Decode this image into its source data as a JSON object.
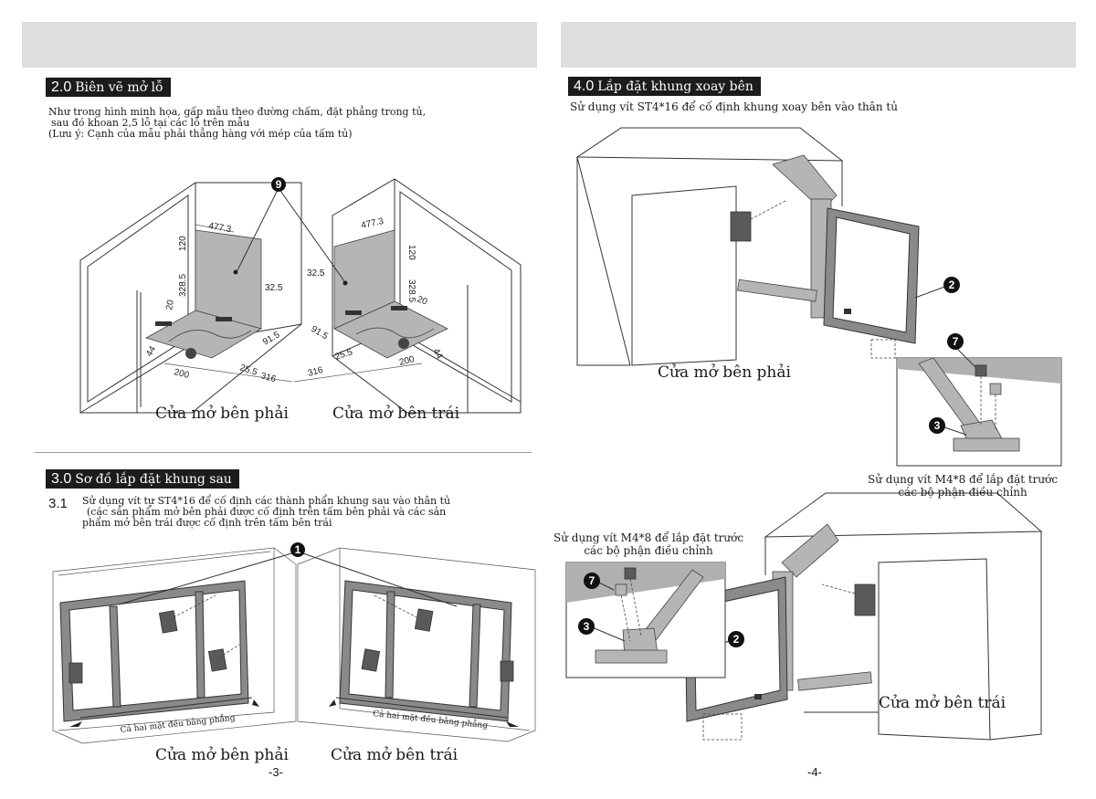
{
  "page3": {
    "page_number": "-3-",
    "section2": {
      "number": "2.0",
      "title": "Biên vẽ mở lỗ",
      "desc_line1": "Như trong hình minh họa, gấp mẫu theo đường chấm, đặt phẳng trong tủ,",
      "desc_line2": "sau đó khoan 2,5 lỗ tại các lỗ trên mẫu",
      "desc_line3": "(Lưu ý: Cạnh của mẫu phải thẳng hàng với mép của tấm tủ)",
      "marker": "9",
      "dimensions_right": {
        "w": "477.3",
        "h1": "120",
        "h2": "328.5",
        "d1": "32.5",
        "d2": "20",
        "d3": "91.5",
        "d4": "25.5",
        "d5": "44",
        "d6": "200",
        "d7": "316"
      },
      "dimensions_left": {
        "w": "477.3",
        "h1": "120",
        "h2": "328.5",
        "d1": "32.5",
        "d2": "20",
        "d3": "91.5",
        "d4": "25.5",
        "d5": "44",
        "d6": "200",
        "d7": "316"
      },
      "caption_right": "Cửa mở bên phải",
      "caption_left": "Cửa mở bên trái"
    },
    "section3": {
      "number": "3.0",
      "title": "Sơ đồ lắp đặt khung sau",
      "step_number": "3.1",
      "step_line1": "Sử dụng vít tự ST4*16 để cố định các thành phẩn khung sau vào thân tủ",
      "step_line2": "(các sản phẩm mở bên phải được cố định trên tấm bên phải và các sản",
      "step_line3": "phẩm mở bên trái được cố định trên tấm bên trái",
      "marker": "1",
      "plane_label_right": "Cả hai mặt đều bằng phẳng",
      "plane_label_left": "Cả hai mặt đều bằng phẳng",
      "caption_right": "Cửa mở bên phải",
      "caption_left": "Cửa mở bên trái"
    }
  },
  "page4": {
    "page_number": "-4-",
    "section4": {
      "number": "4.0",
      "title": "Lắp đặt khung xoay bên",
      "desc": "Sử dụng vít  ST4*16 để cố định khung xoay bên vào thân tủ",
      "caption_right": "Cửa mở bên phải",
      "caption_left": "Cửa mở bên trái",
      "note_right_line1": "Sử dụng vít M4*8 để lắp đặt trước",
      "note_right_line2": "các bộ phận điều chỉnh",
      "note_left_line1": "Sử dụng vít M4*8 để lắp đặt trước",
      "note_left_line2": "các bộ phận điều chỉnh",
      "marker_frame": "2",
      "marker_adjuster": "3",
      "marker_screw": "7"
    }
  }
}
